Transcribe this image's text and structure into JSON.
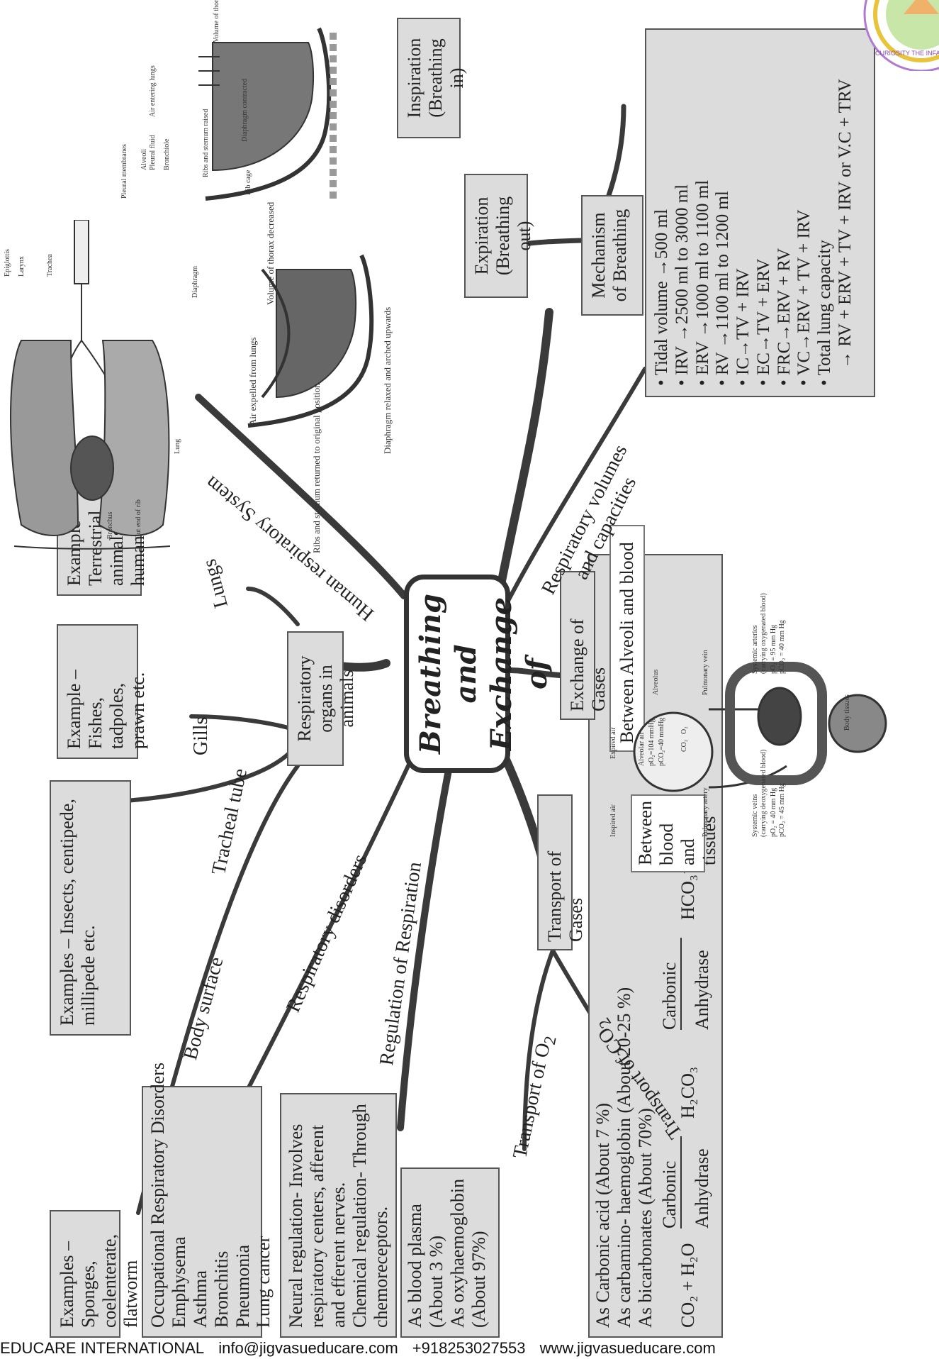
{
  "center_title": [
    "Breathing and",
    "Exchange of",
    "Gases"
  ],
  "branch_labels": {
    "human_respiratory_system": "Human respiratory System",
    "respiratory_volumes": "Respiratory volumes",
    "and_capacities": "and capacities",
    "tracheal_tube": "Tracheal tube",
    "gills": "Gills",
    "lungs": "Lungs",
    "body_surface": "Body surface",
    "respiratory_disorders": "Respiratory disorders",
    "regulation_of_respiration": "Regulation of Respiration",
    "transport_of_o2": "Transport of O",
    "transport_of_co2": "Transport of CO"
  },
  "nodes": {
    "respiratory_organs": "Respiratory organs in animals",
    "exchange_of_gases": "Exchange of Gases",
    "between_alveoli_and_blood": "Between Alveoli and blood",
    "between_blood_and_tissues": "Between blood and tissues",
    "transport_of_gases": "Transport of Gases",
    "mechanism_of_breathing": "Mechanism of Breathing",
    "expiration": "Expiration (Breathing out)",
    "inspiration": "Inspiration (Breathing in)"
  },
  "examples": {
    "terrestrial": "Example – Terrestrial animals like human being",
    "fishes": "Example – Fishes, tadpoles, prawn etc.",
    "insects": "Examples – Insects, centipede, millipede etc.",
    "sponges": "Examples – Sponges, coelenterate, flatworm"
  },
  "disorders": [
    "Occupational Respiratory Disorders",
    "Emphysema",
    "Asthma",
    "Bronchitis",
    "Pneumonia",
    "Lung cancer"
  ],
  "regulation": [
    "Neural regulation- Involves",
    "respiratory centers, afferent",
    "and efferent nerves.",
    "Chemical regulation- Through",
    "chemoreceptors."
  ],
  "o2_transport": [
    "As blood plasma",
    "(About 3 %)",
    "As oxyhaemoglobin",
    "(About 97%)"
  ],
  "co2_transport": {
    "items": [
      "As Carbonic acid (About 7 %)",
      "As carbamino- haemoglobin (About 20-25 %)",
      "As bicarbonates (About 70%)"
    ],
    "equation_left": "CO₂ + H₂O",
    "enzyme": "Carbonic",
    "enzyme2": "Anhydrase",
    "middle": "H₂CO₃",
    "right": "HCO₃⁻ + H⁺"
  },
  "volumes": [
    "Tidal volume →500 ml",
    "IRV →2500 ml to 3000 ml",
    "ERV →1000 ml to 1100 ml",
    "RV →1100 ml to 1200 ml",
    "IC→TV + IRV",
    "EC→TV + ERV",
    "FRC→ERV + RV",
    "VC→ERV + TV + IRV",
    "Total lung capacity",
    "→ RV + ERV + TV + IRV or V.C + TRV"
  ],
  "lung_figure": {
    "labels": [
      "Epiglottis",
      "Larynx",
      "Trachea",
      "Pleural membranes",
      "Alveoli",
      "Pleural fluid",
      "Bronchiole",
      "Heart",
      "Diaphragm",
      "Bronchus",
      "Cut end of rib",
      "Lung"
    ]
  },
  "inspiration_figure": {
    "labels": [
      "Volume of thorax increased",
      "Air entering lungs",
      "Diaphragm contracted",
      "Ribs and sternum raised",
      "Rib cage"
    ]
  },
  "expiration_figure": {
    "labels": [
      "Volume of thorax decreased",
      "Air expelled from lungs",
      "Diaphragm relaxed and arched upwards",
      "Ribs and sternum returned to original position"
    ]
  },
  "exchange_figure": {
    "labels": [
      "Inspired air",
      "Expired air",
      "Alveolar air",
      "pO₂=104 mmHg",
      "pCO₂=40 mmHg",
      "Alveolus",
      "Pulmonary vein",
      "Pulmonary artery",
      "Systemic arteries",
      "(carrying oxygenated blood)",
      "pO₂ = 95 mm Hg",
      "pCO₂ = 40 mm Hg",
      "Systemic veins",
      "(carrying deoxygenated blood)",
      "pO₂ = 40 mm Hg",
      "pCO₂ = 45 mm Hg",
      "Body tissues",
      "CO₂",
      "O₂"
    ]
  },
  "logo_text": "CURIOSITY THE INFA",
  "footer": {
    "org": "EDUCARE INTERNATIONAL",
    "email": "info@jigvasueducare.com",
    "phone": "+918253027553",
    "web": "www.jigvasueducare.com"
  }
}
